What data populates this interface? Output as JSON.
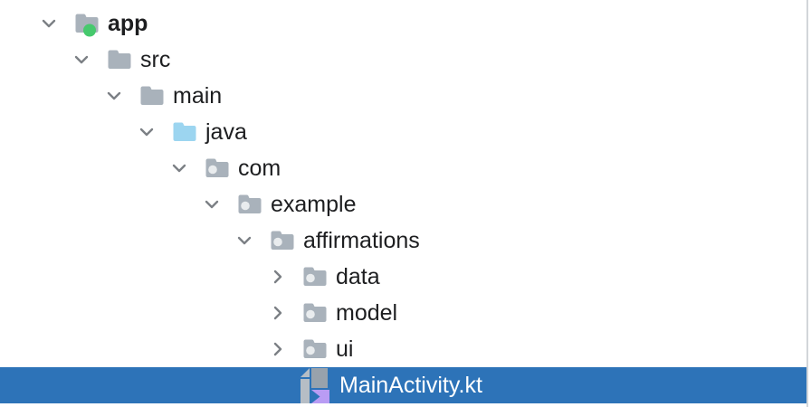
{
  "panel": {
    "name": "project-tree-panel",
    "background": "#ffffff",
    "border_right_color": "#d2d6d9"
  },
  "colors": {
    "selection_background": "#2d73b8",
    "selected_text": "#ffffff",
    "text": "#1d1e20",
    "chevron": "#7c8085",
    "folder_gray": "#a9b2bb",
    "folder_java_blue": "#9cd5f0",
    "package_circle": "#e9ecee",
    "green_badge": "#46c96d",
    "kotlin_gray_light": "#b6bdc5",
    "kotlin_gray_dark": "#98a2ac",
    "kotlin_purple": "#b99cf4"
  },
  "tree": {
    "items": [
      {
        "label": "app",
        "level": 0,
        "state": "expanded",
        "icon": "folder-module",
        "bold": true,
        "badge": "green-dot",
        "selected": false
      },
      {
        "label": "src",
        "level": 1,
        "state": "expanded",
        "icon": "folder",
        "bold": false,
        "selected": false
      },
      {
        "label": "main",
        "level": 2,
        "state": "expanded",
        "icon": "folder",
        "bold": false,
        "selected": false
      },
      {
        "label": "java",
        "level": 3,
        "state": "expanded",
        "icon": "folder-sources",
        "bold": false,
        "selected": false
      },
      {
        "label": "com",
        "level": 4,
        "state": "expanded",
        "icon": "package",
        "bold": false,
        "selected": false
      },
      {
        "label": "example",
        "level": 5,
        "state": "expanded",
        "icon": "package",
        "bold": false,
        "selected": false
      },
      {
        "label": "affirmations",
        "level": 6,
        "state": "expanded",
        "icon": "package",
        "bold": false,
        "selected": false
      },
      {
        "label": "data",
        "level": 7,
        "state": "collapsed",
        "icon": "package",
        "bold": false,
        "selected": false
      },
      {
        "label": "model",
        "level": 7,
        "state": "collapsed",
        "icon": "package",
        "bold": false,
        "selected": false
      },
      {
        "label": "ui",
        "level": 7,
        "state": "collapsed",
        "icon": "package",
        "bold": false,
        "selected": false
      },
      {
        "label": "MainActivity.kt",
        "level": 7,
        "state": "leaf",
        "icon": "kotlin-file",
        "bold": false,
        "selected": true
      }
    ]
  }
}
